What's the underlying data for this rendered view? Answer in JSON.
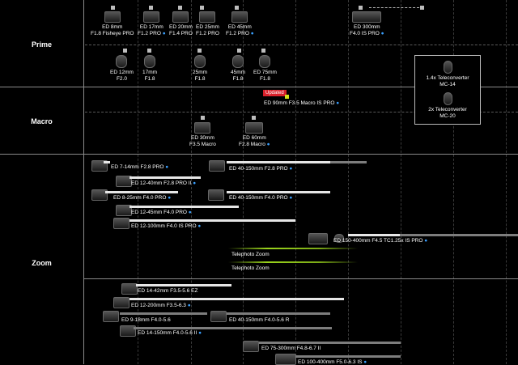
{
  "categories": {
    "prime": "Prime",
    "macro": "Macro",
    "zoom": "Zoom"
  },
  "prime_row1": [
    {
      "name": "ED 8mm",
      "sub": "F1.8 Fisheye PRO",
      "pro": true
    },
    {
      "name": "ED 17mm",
      "sub": "F1.2 PRO",
      "pro": true
    },
    {
      "name": "ED 20mm",
      "sub": "F1.4 PRO",
      "pro": true
    },
    {
      "name": "ED 25mm",
      "sub": "F1.2 PRO",
      "pro": true
    },
    {
      "name": "ED 45mm",
      "sub": "F1.2 PRO",
      "pro": true
    },
    {
      "name": "ED 300mm",
      "sub": "F4.0 IS PRO",
      "pro": true
    }
  ],
  "prime_row2": [
    {
      "name": "ED 12mm",
      "sub": "F2.0"
    },
    {
      "name": "17mm",
      "sub": "F1.8"
    },
    {
      "name": "25mm",
      "sub": "F1.8"
    },
    {
      "name": "45mm",
      "sub": "F1.8"
    },
    {
      "name": "ED 75mm",
      "sub": "F1.8"
    }
  ],
  "teleconverters": [
    {
      "name": "1.4x Teleconverter",
      "sub": "MC-14"
    },
    {
      "name": "2x Teleconverter",
      "sub": "MC-20"
    }
  ],
  "macro": {
    "updated_badge": "Updated",
    "m90": "ED 90mm F3.5 Macro IS PRO",
    "m30_name": "ED 30mm",
    "m30_sub": "F3.5 Macro",
    "m60_name": "ED 60mm",
    "m60_sub": "F2.8 Macro"
  },
  "zoom_pro": [
    "ED 7-14mm F2.8 PRO",
    "ED 40-150mm F2.8 PRO",
    "ED 12-40mm F2.8 PRO II",
    "ED 8-25mm F4.0 PRO",
    "ED 40-150mm F4.0 PRO",
    "ED 12-45mm F4.0 PRO",
    "ED 12-100mm F4.0 IS PRO",
    "ED 150-400mm F4.5 TC1.25x IS PRO"
  ],
  "telephoto": [
    "Telephoto Zoom",
    "Telephoto Zoom"
  ],
  "zoom_std": [
    "ED 14-42mm F3.5-5.6 EZ",
    "ED 12-200mm F3.5-6.3",
    "ED 9-18mm F4.0-5.6",
    "ED 40-150mm F4.0-5.6 R",
    "ED 14-150mm F4.0-5.6 II",
    "ED 75-300mm F4.8-6.7 II",
    "ED 100-400mm F5.0-6.3 IS"
  ],
  "star_glyph": "●",
  "colors": {
    "accent": "#3aa0ff",
    "updated": "#d9212b",
    "new_marker": "#d6e21a",
    "telephoto_line": "#9ad41c"
  }
}
